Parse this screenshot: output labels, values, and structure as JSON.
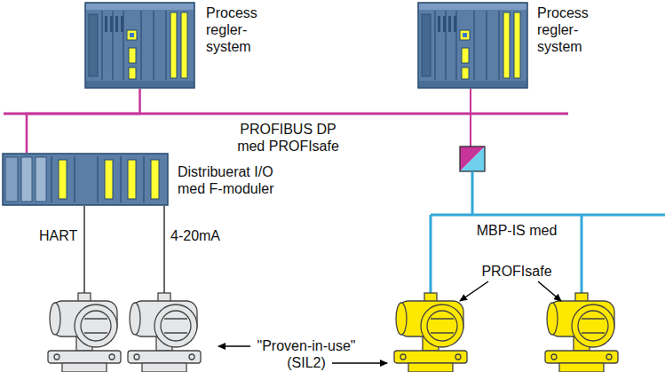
{
  "diagram": {
    "nodes": [
      {
        "text": [
          "Process regler- system"
        ]
      },
      {
        "text": [
          "Process regler- system"
        ]
      },
      {
        "text": [
          "Distribuerat I/O med F-moduler"
        ]
      }
    ],
    "edges": [
      {
        "from": 0,
        "to": 2,
        "arrow": "none"
      }
    ],
    "labels": [
      "PROFIBUS DP med PROFIsafe",
      "HART",
      "4-20mA",
      "MBP-IS med",
      "PROFIsafe",
      "\"Proven-in-use\" (SIL2)"
    ]
  }
}
